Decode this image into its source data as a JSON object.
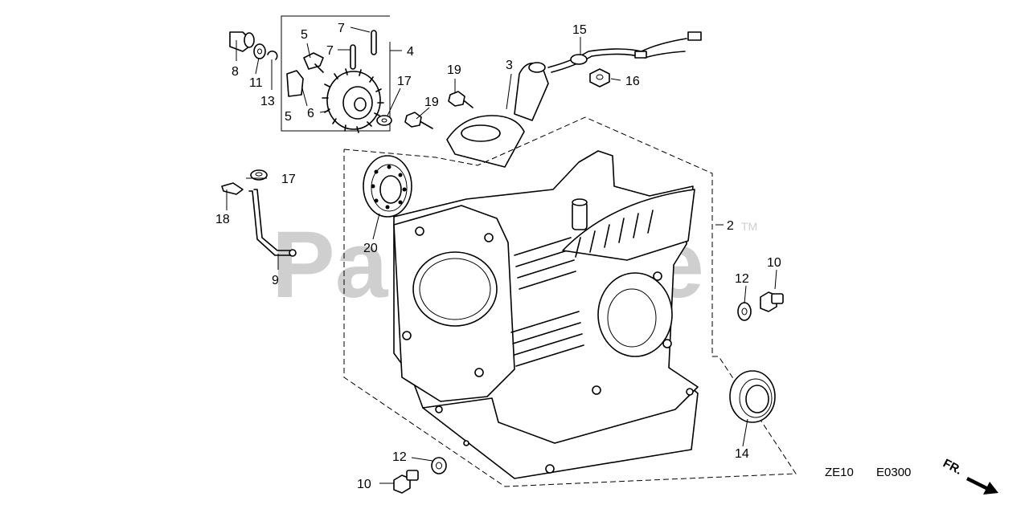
{
  "watermark": "PartsTree",
  "trademark": "TM",
  "callouts": {
    "c2": "2",
    "c3": "3",
    "c4": "4",
    "c5a": "5",
    "c5b": "5",
    "c6": "6",
    "c7a": "7",
    "c7b": "7",
    "c8": "8",
    "c9": "9",
    "c10a": "10",
    "c10b": "10",
    "c11": "11",
    "c12a": "12",
    "c12b": "12",
    "c13": "13",
    "c14": "14",
    "c15": "15",
    "c16": "16",
    "c17a": "17",
    "c17b": "17",
    "c18": "18",
    "c19a": "19",
    "c19b": "19",
    "c20": "20"
  },
  "diagram_code": "ZE10",
  "diagram_ref": "E0300",
  "front_indicator": "FR."
}
